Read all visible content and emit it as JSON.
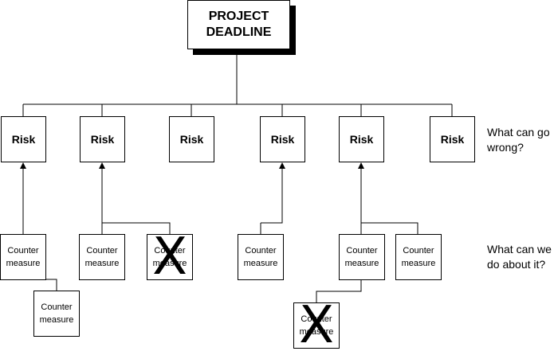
{
  "title": "PROJECT DEADLINE",
  "risk_label": "Risk",
  "countermeasure_label": "Counter measure",
  "reject_mark": "X",
  "side_labels": {
    "risks": "What can go wrong?",
    "countermeasures": "What can we do about it?"
  },
  "risks": [
    {
      "label": "Risk"
    },
    {
      "label": "Risk"
    },
    {
      "label": "Risk"
    },
    {
      "label": "Risk"
    },
    {
      "label": "Risk"
    },
    {
      "label": "Risk"
    }
  ],
  "countermeasures": [
    {
      "label": "Counter measure",
      "risk": 1,
      "rejected": false
    },
    {
      "label": "Counter measure",
      "risk": 1,
      "rejected": false
    },
    {
      "label": "Counter measure",
      "risk": 2,
      "rejected": false
    },
    {
      "label": "Counter measure",
      "risk": 2,
      "rejected": true
    },
    {
      "label": "Counter measure",
      "risk": 4,
      "rejected": false
    },
    {
      "label": "Counter measure",
      "risk": 5,
      "rejected": false
    },
    {
      "label": "Counter measure",
      "risk": 5,
      "rejected": true
    },
    {
      "label": "Counter measure",
      "risk": 5,
      "rejected": false
    }
  ]
}
